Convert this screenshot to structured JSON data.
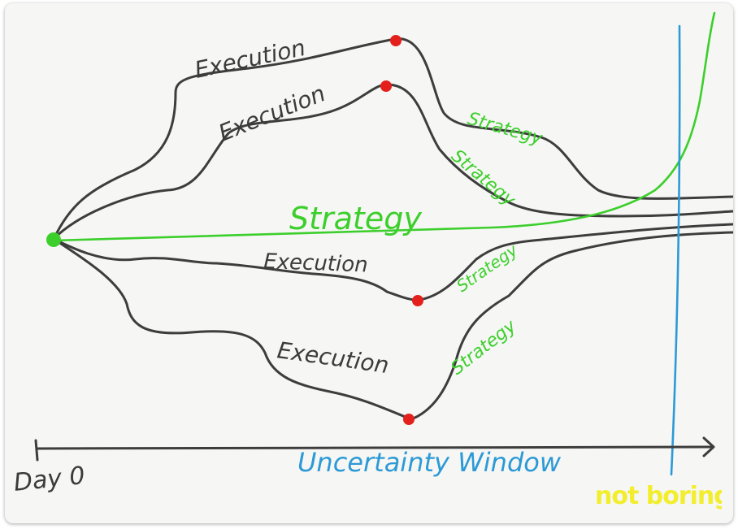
{
  "colors": {
    "background": "#f6f6f4",
    "execution_ink": "#3d3d3d",
    "strategy_green": "#3ccf2c",
    "window_blue": "#2c9ad6",
    "pivot_red": "#e3201b",
    "brand_yellow": "#f2ee2e"
  },
  "labels": {
    "execution": "Execution",
    "strategy": "Strategy",
    "strategy_main": "Strategy",
    "axis_start": "Day 0",
    "window": "Uncertainty Window"
  },
  "brand": "not boring"
}
